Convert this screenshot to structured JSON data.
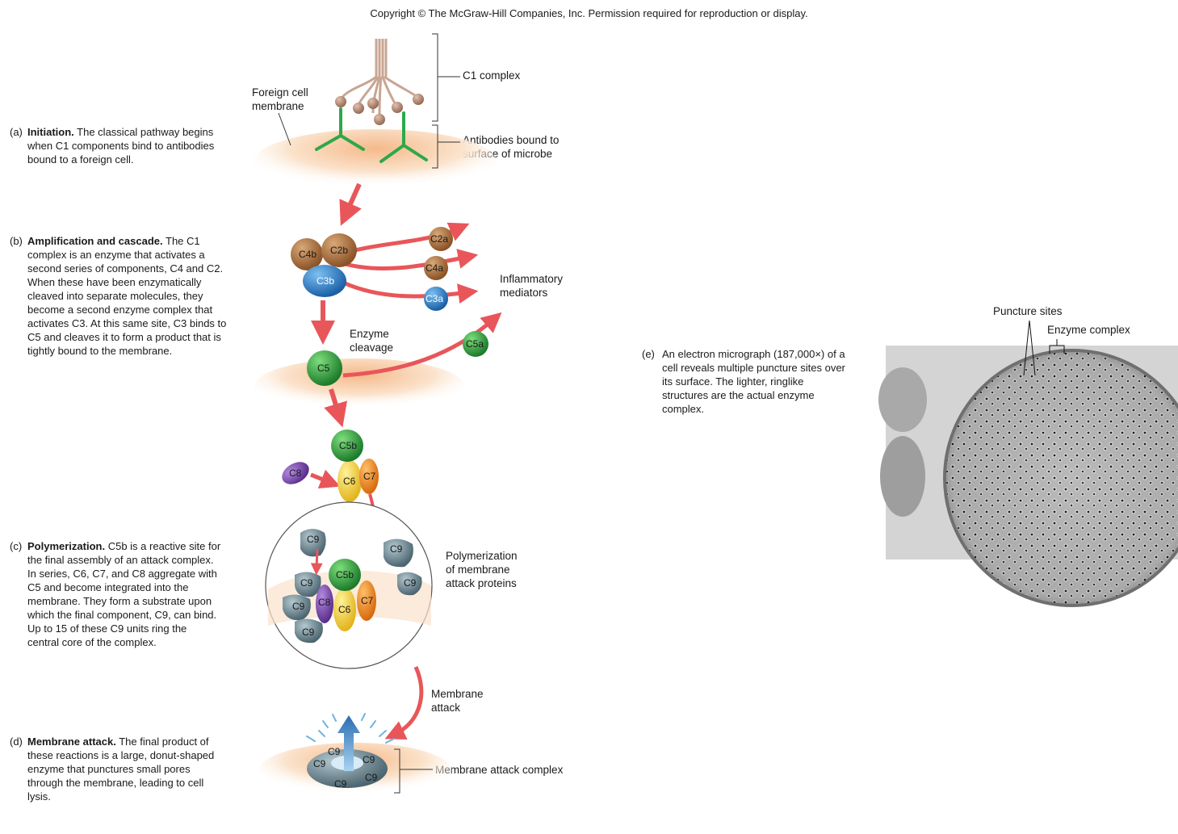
{
  "copyright": "Copyright © The McGraw-Hill Companies, Inc. Permission required for reproduction or display.",
  "steps": {
    "a": {
      "tag": "(a)",
      "title": "Initiation.",
      "lines": [
        "The classical pathway begins",
        "when C1 components bind to antibodies",
        "bound to a foreign cell."
      ]
    },
    "b": {
      "tag": "(b)",
      "title": "Amplification and cascade.",
      "lines": [
        "The C1",
        "complex is an enzyme that activates a",
        "second series of components, C4 and C2.",
        "When these have been enzymatically",
        "cleaved into separate molecules, they",
        "become a second enzyme complex that",
        "activates C3. At this same site, C3 binds to",
        "C5 and cleaves it to form a product that is",
        "tightly bound to the membrane."
      ]
    },
    "c": {
      "tag": "(c)",
      "title": "Polymerization.",
      "lines": [
        "C5b is a reactive site for",
        "the final assembly of an attack complex.",
        "In series, C6, C7, and C8 aggregate with",
        "C5 and become integrated into the",
        "membrane. They form a substrate upon",
        "which the final component, C9, can bind.",
        "Up to 15 of these C9 units ring the",
        "central core of the complex."
      ]
    },
    "d": {
      "tag": "(d)",
      "title": "Membrane attack.",
      "lines": [
        "The final product of",
        "these reactions is a large, donut-shaped",
        "enzyme that punctures small pores",
        "through the membrane, leading to cell",
        "lysis."
      ]
    },
    "e": {
      "tag": "(e)",
      "lines": [
        "An electron micrograph (187,000×) of a",
        "cell reveals multiple puncture sites over",
        "its surface. The lighter, ringlike",
        "structures are the actual enzyme",
        "complex."
      ]
    }
  },
  "labels": {
    "foreign_membrane": [
      "Foreign cell",
      "membrane"
    ],
    "c1_complex": "C1 complex",
    "antibodies": [
      "Antibodies bound to",
      "surface of microbe"
    ],
    "inflammatory": [
      "Inflammatory",
      "mediators"
    ],
    "enzyme_cleavage": [
      "Enzyme",
      "cleavage"
    ],
    "polymerization": [
      "Polymerization",
      "of membrane",
      "attack proteins"
    ],
    "membrane_attack": [
      "Membrane",
      "attack"
    ],
    "mac": "Membrane attack complex",
    "puncture_sites": "Puncture sites",
    "enzyme_complex": "Enzyme complex"
  },
  "molecules": {
    "c4b": "C4b",
    "c2b": "C2b",
    "c3b": "C3b",
    "c2a": "C2a",
    "c4a": "C4a",
    "c3a": "C3a",
    "c5": "C5",
    "c5a": "C5a",
    "c5b": "C5b",
    "c6": "C6",
    "c7": "C7",
    "c8": "C8",
    "c9": "C9"
  },
  "colors": {
    "membrane": "#f5c9a0",
    "arrow": "#e8565a",
    "antibody": "#2fa84a",
    "c1": "#b58f7a",
    "brown": "#a8703c",
    "blue": "#2f7fc4",
    "green": "#2a9a3a",
    "purple": "#7d4bb0",
    "yellow": "#f4d23c",
    "orange": "#ef8a1f",
    "c9": "#6d8590"
  }
}
